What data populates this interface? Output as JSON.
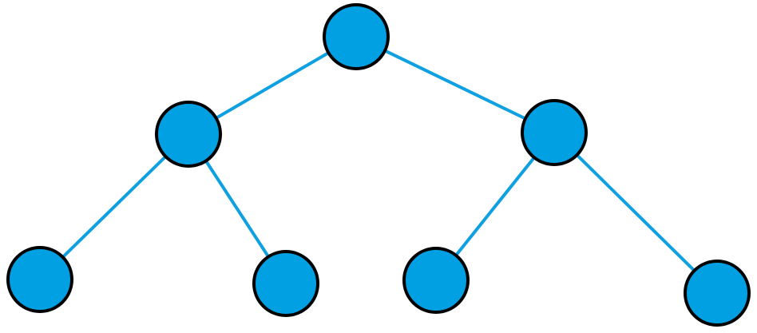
{
  "diagram": {
    "type": "binary-tree",
    "node_fill": "#00A0E3",
    "node_stroke": "#000000",
    "edge_color": "#0EA0E0",
    "background": "#FFFFFF",
    "nodes": [
      {
        "id": "root",
        "depth": 0
      },
      {
        "id": "left",
        "depth": 1,
        "parent": "root"
      },
      {
        "id": "right",
        "depth": 1,
        "parent": "root"
      },
      {
        "id": "left-left",
        "depth": 2,
        "parent": "left"
      },
      {
        "id": "left-right",
        "depth": 2,
        "parent": "left"
      },
      {
        "id": "right-left",
        "depth": 2,
        "parent": "right"
      },
      {
        "id": "right-right",
        "depth": 2,
        "parent": "right"
      }
    ],
    "edges": [
      {
        "from": "root",
        "to": "left"
      },
      {
        "from": "root",
        "to": "right"
      },
      {
        "from": "left",
        "to": "left-left"
      },
      {
        "from": "left",
        "to": "left-right"
      },
      {
        "from": "right",
        "to": "right-left"
      },
      {
        "from": "right",
        "to": "right-right"
      }
    ]
  }
}
